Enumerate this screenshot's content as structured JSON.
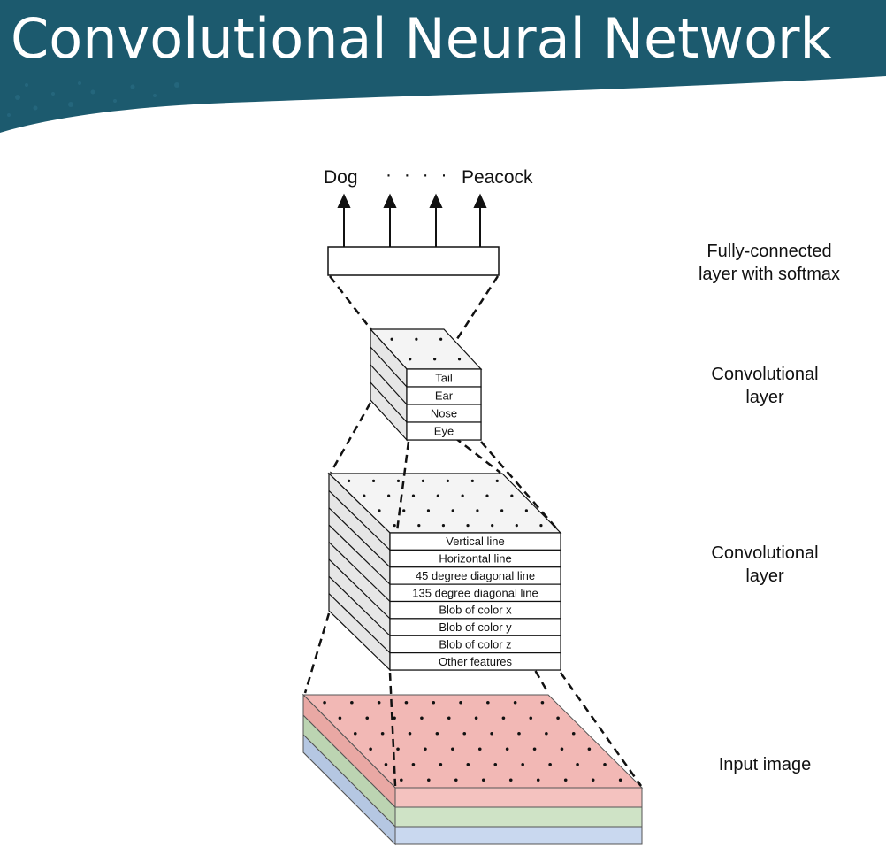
{
  "slide_title": "Convolutional Neural Network",
  "outputs": {
    "first": "Dog",
    "ellipsis": "· · · ·",
    "last": "Peacock"
  },
  "layers": {
    "fc": {
      "label_line1": "Fully-connected",
      "label_line2": "layer with softmax"
    },
    "conv_top": {
      "label_line1": "Convolutional",
      "label_line2": "layer",
      "features": [
        "Tail",
        "Ear",
        "Nose",
        "Eye"
      ]
    },
    "conv_bottom": {
      "label_line1": "Convolutional",
      "label_line2": "layer",
      "features": [
        "Vertical line",
        "Horizontal line",
        "45 degree diagonal line",
        "135 degree diagonal line",
        "Blob of color x",
        "Blob of color y",
        "Blob of color z",
        "Other features"
      ]
    },
    "input": {
      "label": "Input image"
    }
  },
  "colors": {
    "banner": "#1c5a6e",
    "red_channel": "#f2b8b5",
    "green_channel": "#cfe3c6",
    "blue_channel": "#c9d8ef"
  }
}
